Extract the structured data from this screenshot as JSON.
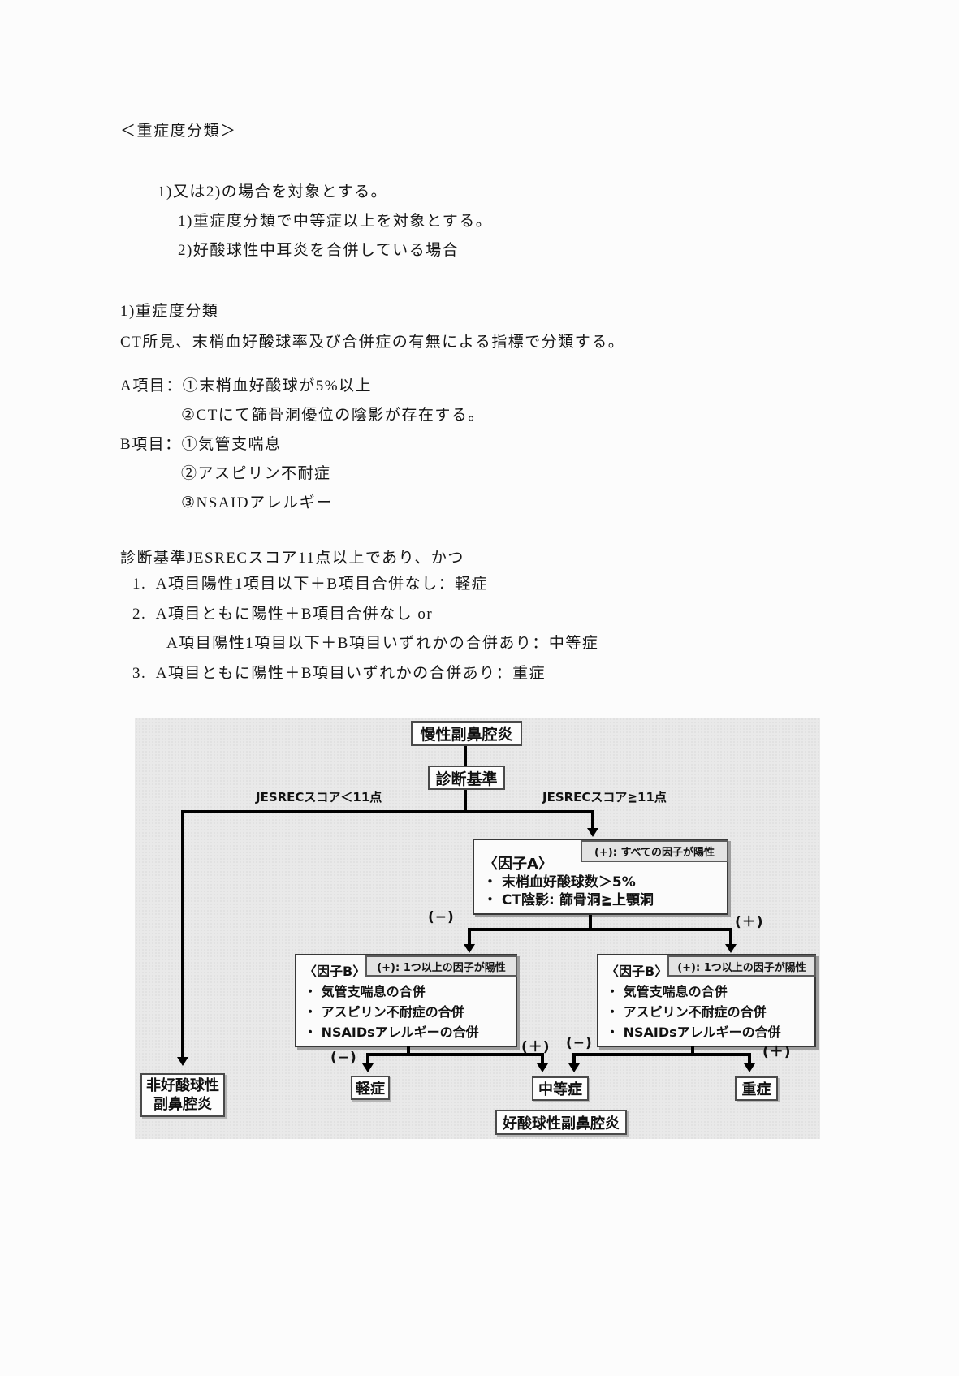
{
  "doc": {
    "lines": [
      "＜重症度分類＞",
      "1)又は2)の場合を対象とする。",
      "1)重症度分類で中等症以上を対象とする。",
      "2)好酸球性中耳炎を合併している場合",
      "1)重症度分類",
      "CT所見、末梢血好酸球率及び合併症の有無による指標で分類する。",
      "A項目：①末梢血好酸球が5%以上",
      "②CTにて篩骨洞優位の陰影が存在する。",
      "B項目：①気管支喘息",
      "②アスピリン不耐症",
      "③NSAIDアレルギー",
      "診断基準JESRECスコア11点以上であり、かつ",
      "1.  A項目陽性1項目以下＋B項目合併なし：軽症",
      "2.  A項目ともに陽性＋B項目合併なし or",
      "A項目陽性1項目以下＋B項目いずれかの合併あり：中等症",
      "3.  A項目ともに陽性＋B項目いずれかの合併あり：重症"
    ]
  },
  "flow": {
    "root": "慢性副鼻腔炎",
    "criteria": "診断基準",
    "branch_left": "JESRECスコア＜11点",
    "branch_right": "JESRECスコア≧11点",
    "factor_a": {
      "tag": "(+): すべての因子が陽性",
      "title": "〈因子A〉",
      "item1": "・ 末梢血好酸球数＞5%",
      "item2": "・ CT陰影: 篩骨洞≧上顎洞"
    },
    "factor_b": {
      "tag": "(+): 1つ以上の因子が陽性",
      "title": "〈因子B〉",
      "item1": "・ 気管支喘息の合併",
      "item2": "・ アスピリン不耐症の合併",
      "item3": "・ NSAIDsアレルギーの合併"
    },
    "minus": "(−)",
    "plus": "(＋)",
    "results": {
      "non_eosinophilic": "非好酸球性\n副鼻腔炎",
      "mild": "軽症",
      "moderate": "中等症",
      "severe": "重症",
      "eosinophilic": "好酸球性副鼻腔炎"
    }
  }
}
